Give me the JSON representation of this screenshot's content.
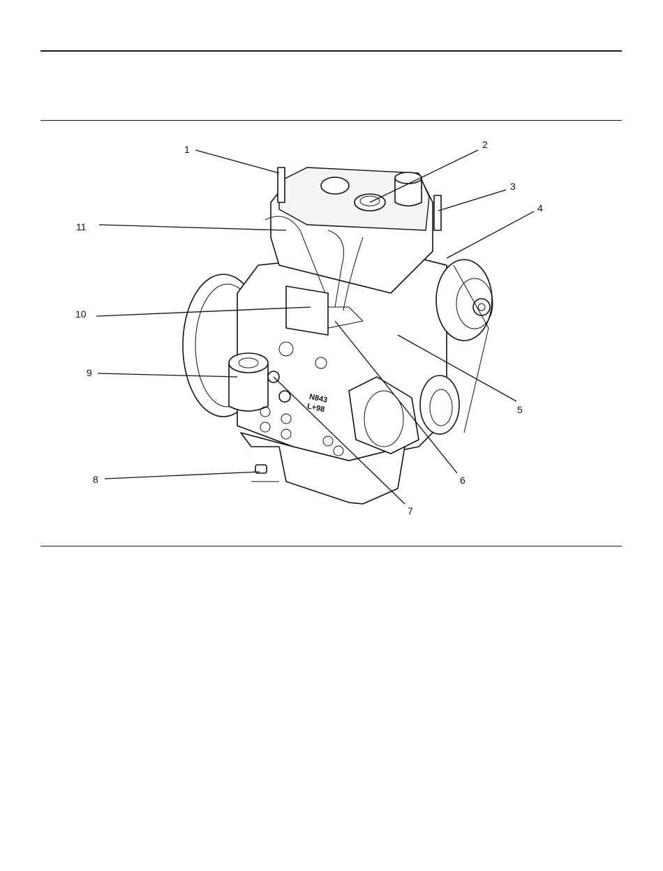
{
  "figure": {
    "callouts": [
      {
        "id": "1",
        "label": "1"
      },
      {
        "id": "2",
        "label": "2"
      },
      {
        "id": "3",
        "label": "3"
      },
      {
        "id": "4",
        "label": "4"
      },
      {
        "id": "5",
        "label": "5"
      },
      {
        "id": "6",
        "label": "6"
      },
      {
        "id": "7",
        "label": "7"
      },
      {
        "id": "8",
        "label": "8"
      },
      {
        "id": "9",
        "label": "9"
      },
      {
        "id": "10",
        "label": "10"
      },
      {
        "id": "11",
        "label": "11"
      }
    ],
    "casting_marks": {
      "line1": "N843",
      "line2": "L+98"
    }
  }
}
